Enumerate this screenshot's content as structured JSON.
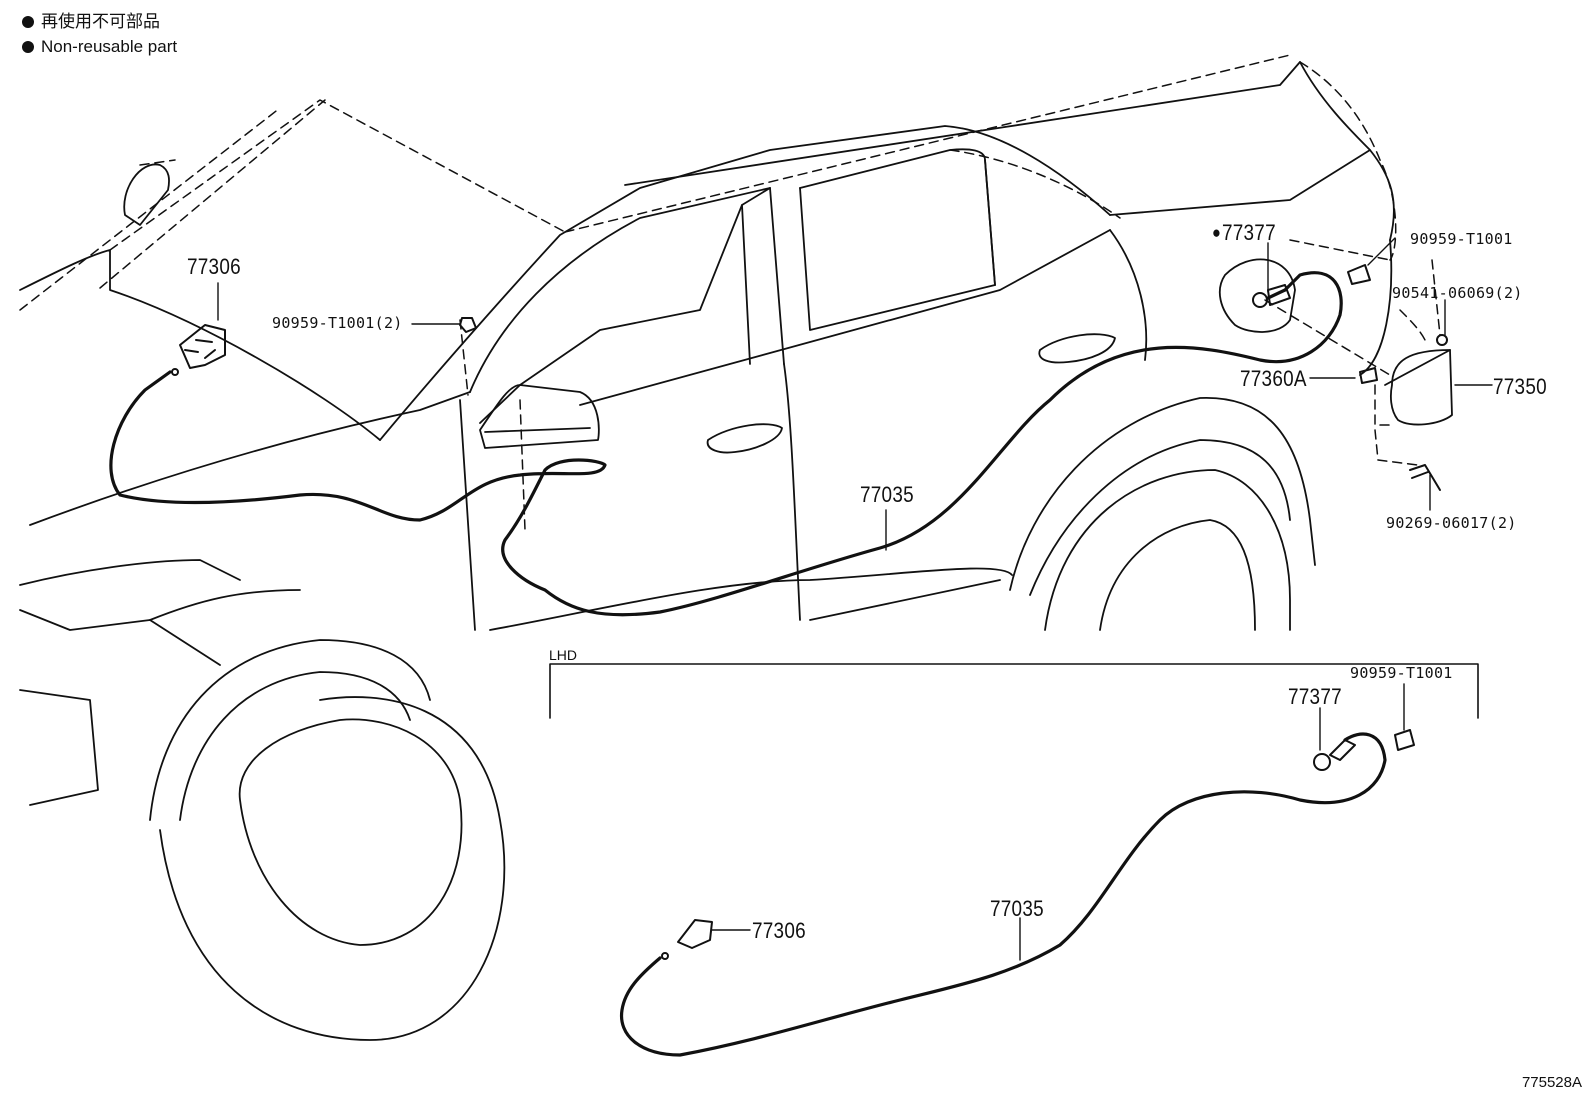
{
  "legend": {
    "line_jp": "再使用不可部品",
    "line_en": "Non-reusable part"
  },
  "parts": {
    "p77306_main": "77306",
    "p90959_main_clip": "90959-T1001(2)",
    "p77377_main": "77377",
    "p90959_main_rear": "90959-T1001",
    "p90541": "90541-06069(2)",
    "p77360a": "77360A",
    "p77350": "77350",
    "p77035_main": "77035",
    "p90269": "90269-06017(2)",
    "p90959_lhd": "90959-T1001",
    "p77377_lhd": "77377",
    "p77035_lhd": "77035",
    "p77306_lhd": "77306"
  },
  "section": {
    "lhd_label": "LHD"
  },
  "diagram_id": "775528A"
}
